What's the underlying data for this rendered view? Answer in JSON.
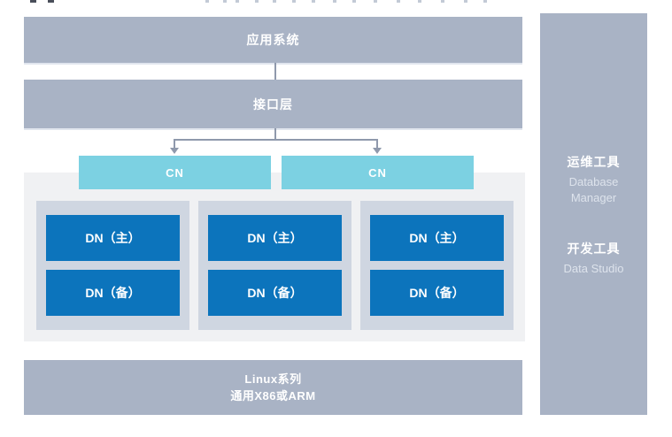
{
  "colors": {
    "bar_bg": "#a9b3c5",
    "cn_bg": "#7cd1e2",
    "dn_bg": "#0c74bc",
    "group_bg": "#cfd6e1",
    "panel_bg": "#f0f1f3",
    "connector": "#8f99ac",
    "subtitle_text": "#dde3ec"
  },
  "diagram": {
    "app_layer": {
      "label": "应用系统"
    },
    "interface_layer": {
      "label": "接口层"
    },
    "cn_nodes": [
      {
        "label": "CN"
      },
      {
        "label": "CN"
      }
    ],
    "dn_groups": [
      {
        "primary": "DN（主）",
        "standby": "DN（备）"
      },
      {
        "primary": "DN（主）",
        "standby": "DN（备）"
      },
      {
        "primary": "DN（主）",
        "standby": "DN（备）"
      }
    ],
    "os_layer": {
      "line1": "Linux系列",
      "line2": "通用X86或ARM"
    }
  },
  "sidebar": {
    "tools": [
      {
        "title": "运维工具",
        "subtitle_lines": [
          "Database",
          "Manager"
        ]
      },
      {
        "title": "开发工具",
        "subtitle_lines": [
          "Data Studio"
        ]
      }
    ]
  }
}
